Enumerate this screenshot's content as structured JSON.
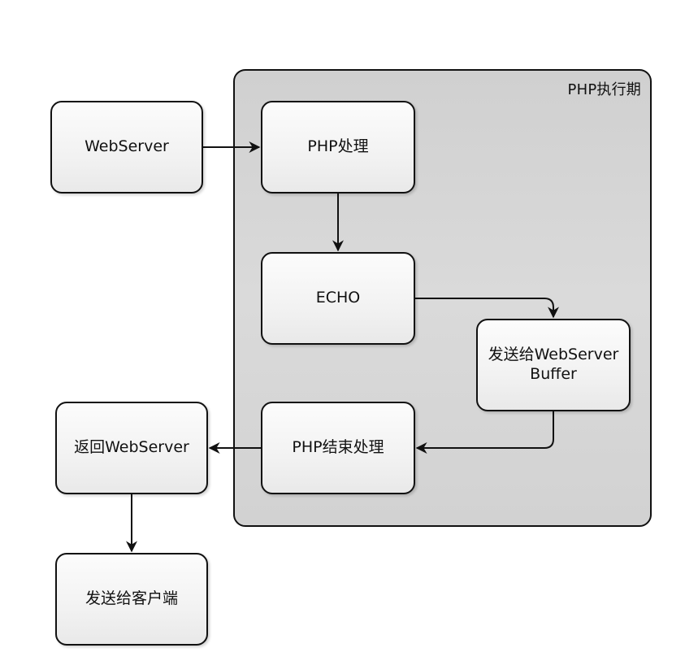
{
  "group": {
    "label": "PHP执行期",
    "fill": "#d4d4d4"
  },
  "nodes": {
    "webserver": "WebServer",
    "php_process": "PHP处理",
    "echo": "ECHO",
    "send_buffer_line1": "发送给WebServer",
    "send_buffer_line2": "Buffer",
    "php_end": "PHP结束处理",
    "return_webserver": "返回WebServer",
    "send_client": "发送给客户端"
  },
  "colors": {
    "stroke": "#111111",
    "node_fill": "#f3f3f3"
  }
}
